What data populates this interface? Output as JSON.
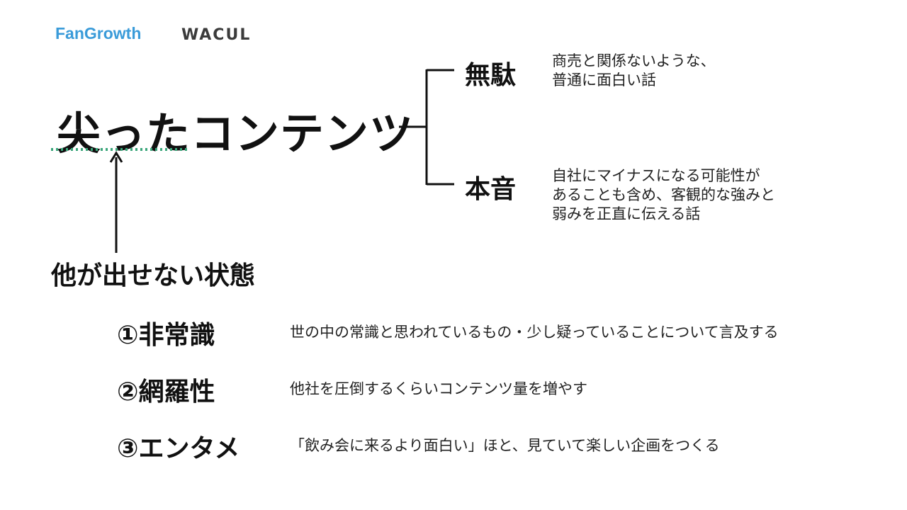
{
  "logos": {
    "fangrowth": "FanGrowth",
    "wacul": "WACUL"
  },
  "colors": {
    "fangrowth_blue": "#3a9bd9",
    "underline_green": "#3aa67a",
    "text": "#111111"
  },
  "main_title": "尖ったコンテンツ",
  "branches": [
    {
      "label": "無駄",
      "description": "商売と関係ないような、\n普通に面白い話"
    },
    {
      "label": "本音",
      "description": "自社にマイナスになる可能性が\nあることも含め、客観的な強みと\n弱みを正直に伝える話"
    }
  ],
  "definition": "他が出せない状態",
  "points": [
    {
      "title": "①非常識",
      "description": "世の中の常識と思われているもの・少し疑っていることについて言及する"
    },
    {
      "title": "②網羅性",
      "description": "他社を圧倒するくらいコンテンツ量を増やす"
    },
    {
      "title": "③エンタメ",
      "description": "「飲み会に来るより面白い」ほと、見ていて楽しい企画をつくる"
    }
  ]
}
